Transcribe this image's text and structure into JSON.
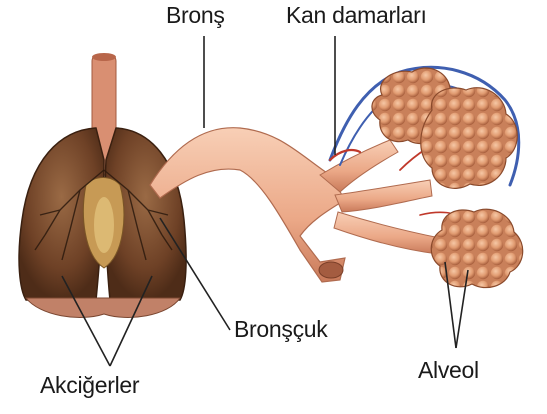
{
  "labels": {
    "bronchus": "Bronş",
    "blood_vessels": "Kan damarları",
    "bronchiole": "Bronşçuk",
    "alveoli": "Alveol",
    "lungs": "Akciğerler"
  },
  "colors": {
    "lung_tissue": "#7a4a2c",
    "airway": "#f2b79a",
    "alveolus": "#e0a07a",
    "vessel_blue": "#3f5fb0",
    "vessel_red": "#c0392b",
    "leader_line": "#222222"
  }
}
